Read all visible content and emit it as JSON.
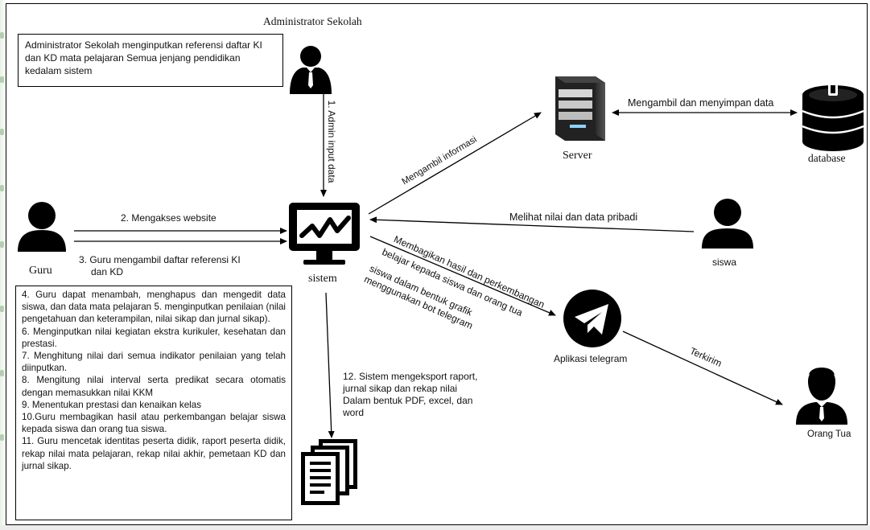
{
  "title": "Administrator Sekolah",
  "admin_note": "Administrator Sekolah menginputkan referensi daftar KI dan KD mata pelajaran Semua jenjang pendidikan kedalam sistem",
  "nodes": {
    "sistem": "sistem",
    "server": "Server",
    "database": "database",
    "guru": "Guru",
    "siswa": "siswa",
    "telegram": "Aplikasi telegram",
    "orang_tua": "Orang Tua"
  },
  "edges": {
    "admin_input": "1. Admin input data",
    "akses_website": "2. Mengakses website",
    "ambil_referensi_1": "3. Guru mengambil daftar referensi KI",
    "ambil_referensi_2": "dan KD",
    "ambil_informasi": "Mengambil informasi",
    "ambil_simpan": "Mengambil dan menyimpan data",
    "lihat_nilai": "Melihat nilai dan data pribadi",
    "bagikan_1": "Membagikan hasil dan perkembangan",
    "bagikan_2": "belajar kepada siswa dan orang tua",
    "bagikan_3": "siswa dalam bentuk grafik",
    "bagikan_4": "menggunakan bot telegram",
    "terkirim": "Terkirim",
    "export_1": "12. Sistem mengeksport raport,",
    "export_2": "jurnal sikap dan rekap nilai",
    "export_3": "Dalam bentuk PDF, excel, dan",
    "export_4": "word"
  },
  "steps": [
    "4. Guru dapat menambah, menghapus dan mengedit data siswa, dan data mata pelajaran 5. menginputkan penilaian (nilai pengetahuan dan keterampilan, nilai sikap dan jurnal sikap).",
    "6. Menginputkan nilai kegiatan ekstra kurikuler, kesehatan dan prestasi.",
    "7. Menghitung nilai dari semua indikator penilaian yang telah diinputkan.",
    "8. Mengitung nilai interval serta predikat secara otomatis dengan memasukkan nilai KKM",
    "9. Menentukan prestasi dan kenaikan kelas",
    "10.Guru membagikan hasil atau perkembangan belajar siswa kepada siswa dan orang tua siswa.",
    "11. Guru mencetak identitas peserta didik, raport peserta didik, rekap nilai mata pelajaran, rekap nilai akhir, pemetaan KD dan jurnal sikap."
  ],
  "icons": [
    "admin-person-icon",
    "monitor-chart-icon",
    "server-icon",
    "database-icon",
    "guru-person-icon",
    "siswa-person-icon",
    "telegram-icon",
    "parent-person-icon",
    "documents-icon"
  ]
}
